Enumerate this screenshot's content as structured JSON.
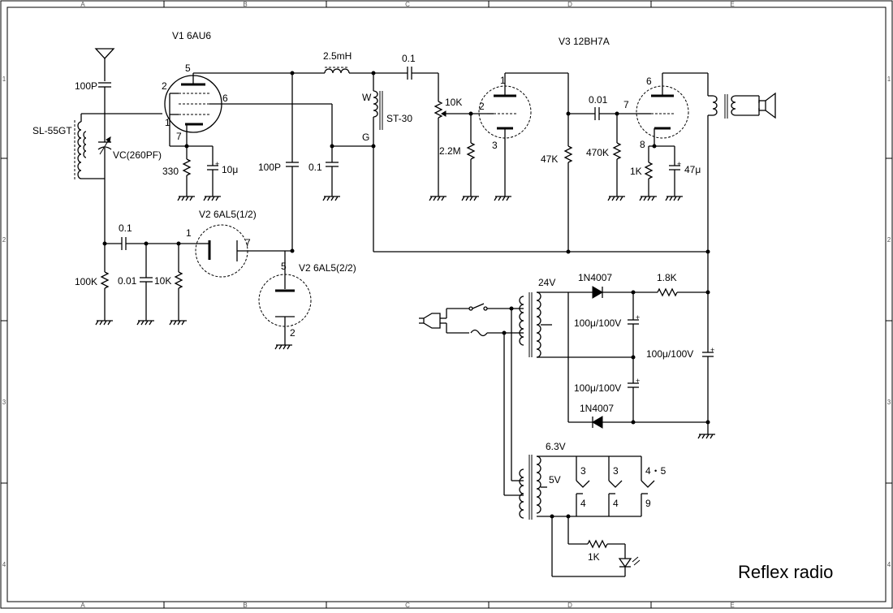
{
  "title": "Reflex radio",
  "border": {
    "columns": [
      "A",
      "B",
      "C",
      "D",
      "E"
    ],
    "rows": [
      "1",
      "2",
      "3",
      "4"
    ]
  },
  "tubes": {
    "v1": "V1 6AU6",
    "v2a": "V2 6AL5(1/2)",
    "v2b": "V2 6AL5(2/2)",
    "v3": "V3 12BH7A"
  },
  "components": {
    "c_ant": "100P",
    "coil": "SL-55GT",
    "vc": "VC(260PF)",
    "r_cath1": "330",
    "c_cath1": "10μ",
    "rfc": "2.5mH",
    "c_couple1": "0.1",
    "ifxfmr": "ST-30",
    "ifxfmr_w": "W",
    "ifxfmr_g": "G",
    "c_100p_b": "100P",
    "c_01_b": "0.1",
    "vol": "10K",
    "r_grid": "2.2M",
    "r_plate": "47K",
    "c_couple2": "0.01",
    "r_470k": "470K",
    "r_1k_cath": "1K",
    "c_47u": "47μ",
    "c_det": "0.1",
    "r_100k": "100K",
    "c_001": "0.01",
    "r_10k_det": "10K",
    "pt_24v": "24V",
    "d1": "1N4007",
    "d2": "1N4007",
    "r_18k": "1.8K",
    "c_ps1": "100μ/100V",
    "c_ps2": "100μ/100V",
    "c_ps3": "100μ/100V",
    "ht_63v": "6.3V",
    "ht_5v": "5V",
    "r_led": "1K"
  },
  "pins": {
    "v1_5": "5",
    "v1_2": "2",
    "v1_6": "6",
    "v1_1": "1",
    "v1_7": "7",
    "v2a_1": "1",
    "v2a_7": "7",
    "v2b_5": "5",
    "v2b_2": "2",
    "v3a_1": "1",
    "v3a_2": "2",
    "v3a_3": "3",
    "v3b_6": "6",
    "v3b_7": "7",
    "v3b_8": "8"
  },
  "heaters": [
    {
      "top": "3",
      "bottom": "4"
    },
    {
      "top": "3",
      "bottom": "4"
    },
    {
      "top": "4・5",
      "bottom": "9"
    }
  ]
}
